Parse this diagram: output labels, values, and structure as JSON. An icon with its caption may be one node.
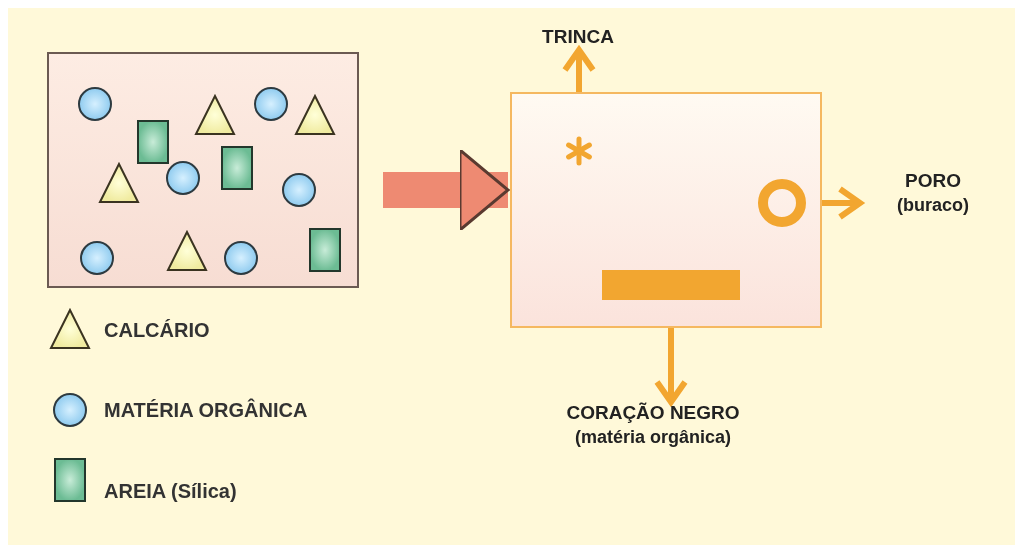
{
  "diagram": {
    "nodes": [
      {
        "text": [],
        "shape": "box"
      },
      {
        "text": [],
        "shape": "box"
      },
      {
        "text": [],
        "shape": "star",
        "in": 1
      },
      {
        "text": [],
        "shape": "circle",
        "in": 1
      },
      {
        "text": [],
        "shape": "bar",
        "in": 1
      },
      {
        "text": [
          "TRINCA"
        ]
      },
      {
        "text": [
          "PORO",
          "(buraco)"
        ]
      },
      {
        "text": [
          "CORAÇÃO NEGRO",
          "(matéria orgânica)"
        ]
      }
    ],
    "edges": [
      {
        "from": 0,
        "to": 1,
        "arrow": "to",
        "style": "thick",
        "color": "#ee8a72"
      },
      {
        "from": 2,
        "to": 5,
        "arrow": "to"
      },
      {
        "from": 3,
        "to": 6,
        "arrow": "to"
      },
      {
        "from": 4,
        "to": 7,
        "arrow": "to"
      }
    ],
    "legend": [
      {
        "text": "CALCÁRIO"
      },
      {
        "text": "MATÉRIA ORGÂNICA"
      },
      {
        "text": "AREIA (Sílica)"
      }
    ]
  }
}
